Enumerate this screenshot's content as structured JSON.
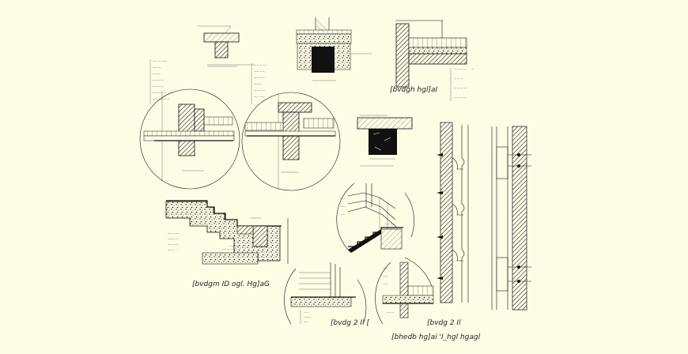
{
  "drawing": {
    "background": "#fdfde6",
    "ink": "#111111",
    "labels": {
      "beam_detail": "[bvdgh hgl]aI",
      "stair_section": "[bvdgm ID ogl. Hg]aG",
      "bottom_small_left": "[bvdg 2 Il [",
      "bottom_small_right": "[bvdg 2 Il",
      "bottom_caption": "[bhedb hg]ai 'I_hgl hgagl"
    }
  }
}
